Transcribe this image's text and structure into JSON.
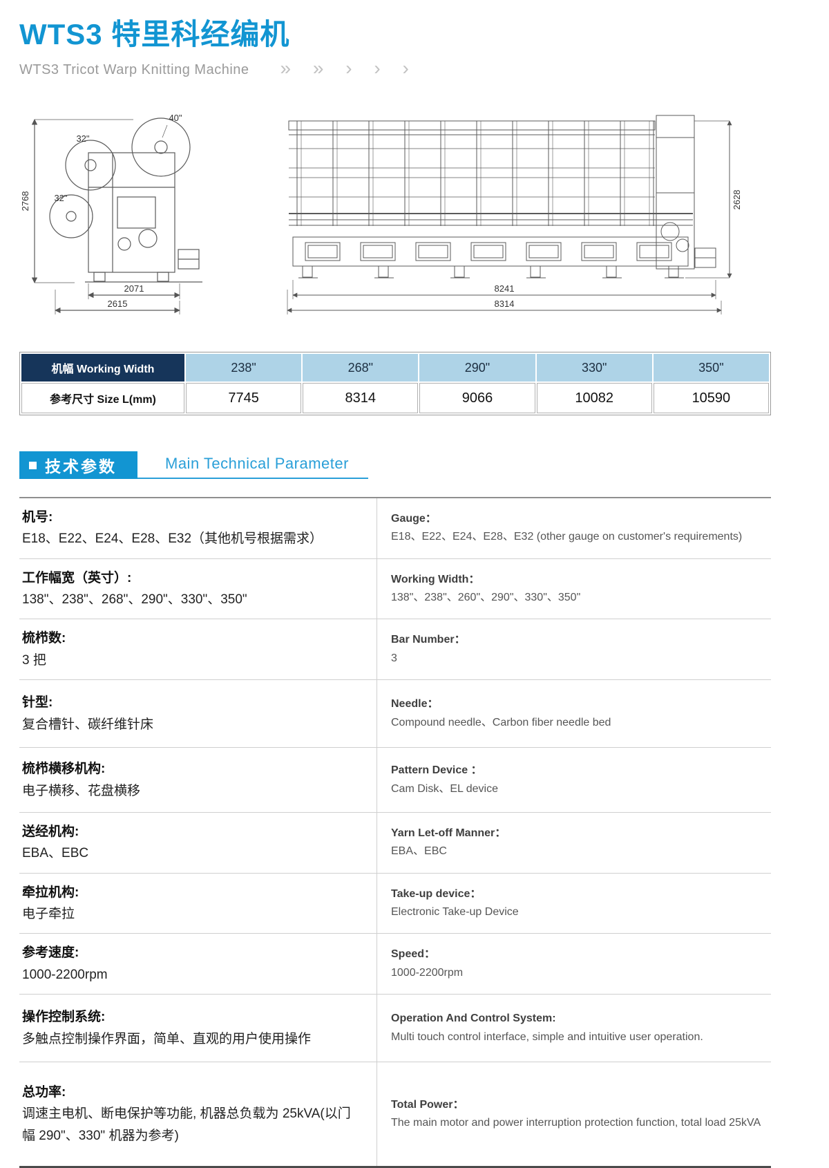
{
  "page": {
    "title": "WTS3 特里科经编机",
    "subtitle": "WTS3 Tricot Warp Knitting Machine",
    "chevrons": "»  »  ›  ›  ›"
  },
  "drawings": {
    "left": {
      "dim_height": "2768",
      "dim_width_inner": "2071",
      "dim_width_outer": "2615",
      "beam_top": "40\"",
      "beam_mid": "32\"",
      "beam_bottom": "32\""
    },
    "right": {
      "dim_height": "2628",
      "dim_width_inner": "8241",
      "dim_width_outer": "8314"
    }
  },
  "width_table": {
    "header_label": "机幅 Working Width",
    "row_label": "参考尺寸 Size L(mm)",
    "widths": [
      "238\"",
      "268\"",
      "290\"",
      "330\"",
      "350\""
    ],
    "sizes": [
      "7745",
      "8314",
      "9066",
      "10082",
      "10590"
    ]
  },
  "section": {
    "badge": "技术参数",
    "title": "Main Technical Parameter"
  },
  "specs": {
    "rows": [
      {
        "cn_label": "机号:",
        "cn_value": "E18、E22、E24、E28、E32（其他机号根据需求）",
        "en_label": "Gauge：",
        "en_value": "E18、E22、E24、E28、E32 (other gauge on customer's requirements)"
      },
      {
        "cn_label": "工作幅宽（英寸）:",
        "cn_value": "138\"、238\"、268\"、290\"、330\"、350\"",
        "en_label": "Working Width：",
        "en_value": "138\"、238\"、260\"、290\"、330\"、350\""
      },
      {
        "cn_label": "梳栉数:",
        "cn_value": "3 把",
        "en_label": "Bar Number：",
        "en_value": "3"
      },
      {
        "cn_label": "针型:",
        "cn_value": "复合槽针、碳纤维针床",
        "en_label": "Needle：",
        "en_value": "Compound needle、Carbon fiber needle bed"
      },
      {
        "cn_label": "梳栉横移机构:",
        "cn_value": "电子横移、花盘横移",
        "en_label": "Pattern Device ：",
        "en_value": "Cam Disk、EL device"
      },
      {
        "cn_label": "送经机构:",
        "cn_value": "EBA、EBC",
        "en_label": "Yarn Let-off Manner：",
        "en_value": "EBA、EBC"
      },
      {
        "cn_label": "牵拉机构:",
        "cn_value": "电子牵拉",
        "en_label": "Take-up device：",
        "en_value": "Electronic Take-up Device"
      },
      {
        "cn_label": "参考速度:",
        "cn_value": "1000-2200rpm",
        "en_label": "Speed：",
        "en_value": "1000-2200rpm"
      },
      {
        "cn_label": "操作控制系统:",
        "cn_value": "多触点控制操作界面，简单、直观的用户使用操作",
        "en_label": "Operation And Control System:",
        "en_value": "Multi touch control interface, simple and intuitive user operation."
      },
      {
        "cn_label": "总功率:",
        "cn_value": "调速主电机、断电保护等功能, 机器总负载为 25kVA(以门幅 290\"、330\" 机器为参考)",
        "en_label": "Total Power：",
        "en_value": "The main motor and power interruption protection function,  total load 25kVA"
      }
    ]
  }
}
